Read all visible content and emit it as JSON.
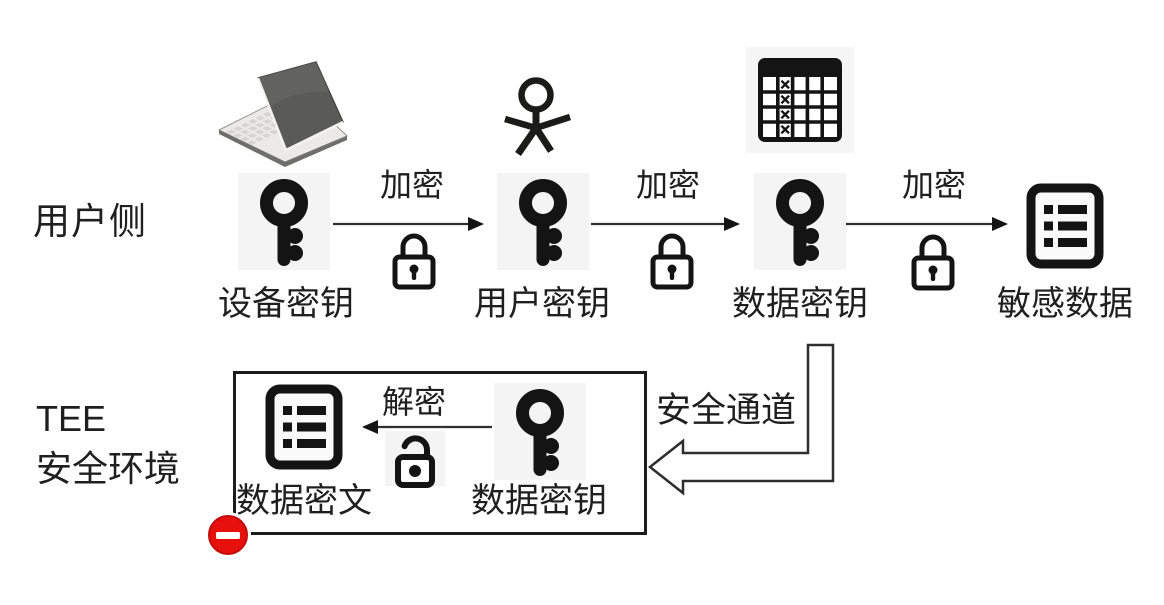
{
  "labels": {
    "user_side": "用户侧",
    "tee_line1": "TEE",
    "tee_line2": "安全环境",
    "secure_channel": "安全通道"
  },
  "top_flow": {
    "nodes": [
      {
        "id": "device-key",
        "label": "设备密钥",
        "icon": "key"
      },
      {
        "id": "user-key",
        "label": "用户密钥",
        "icon": "key"
      },
      {
        "id": "data-key",
        "label": "数据密钥",
        "icon": "key"
      },
      {
        "id": "sensitive-data",
        "label": "敏感数据",
        "icon": "document-list"
      }
    ],
    "edges": [
      {
        "label": "加密",
        "icon": "lock-closed"
      },
      {
        "label": "加密",
        "icon": "lock-closed"
      },
      {
        "label": "加密",
        "icon": "lock-closed"
      }
    ],
    "decorations": [
      {
        "icon": "laptop",
        "above": "device-key"
      },
      {
        "icon": "person",
        "above": "user-key"
      },
      {
        "icon": "table",
        "above": "data-key"
      }
    ]
  },
  "tee": {
    "nodes": [
      {
        "id": "data-ciphertext",
        "label": "数据密文",
        "icon": "document-list"
      },
      {
        "id": "data-key-tee",
        "label": "数据密钥",
        "icon": "key"
      }
    ],
    "edge": {
      "label": "解密",
      "icon": "lock-open"
    },
    "badge": "no-entry"
  },
  "colors": {
    "background": "#ffffff",
    "icon": "#141414",
    "text": "#1f1f1f",
    "icon_bg": "#f4f4f4",
    "box_border": "#1c1c1c",
    "no_entry_red": "#e8100c",
    "laptop_screen": "#5a5a58"
  }
}
